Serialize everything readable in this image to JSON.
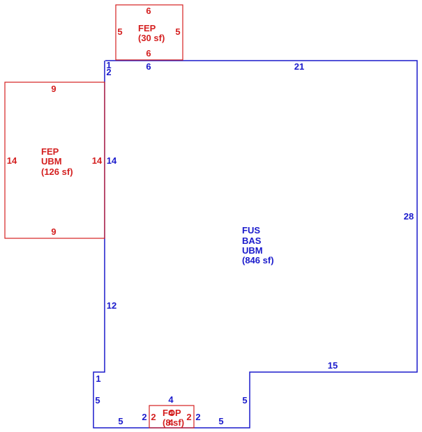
{
  "colors": {
    "main_area": "#1a1acc",
    "porches": "#d42020",
    "background": "#ffffff"
  },
  "main_area": {
    "label_lines": [
      "FUS",
      "BAS",
      "UBM",
      "(846 sf)"
    ],
    "dims": {
      "top_left": "6",
      "top_right": "21",
      "left_notch_1": "1",
      "left_notch_2": "2",
      "left_upper": "14",
      "right": "28",
      "left_lower": "12",
      "step_right": "15",
      "step_left": "1",
      "bottom_left_side": "5",
      "bottom_right_side": "5",
      "bottom_left": "5",
      "bottom_right": "5",
      "bottom_center": "4",
      "bottom_2_left": "2",
      "bottom_2_right": "2"
    }
  },
  "porch_top": {
    "label_lines": [
      "FEP",
      "(30 sf)"
    ],
    "dims": {
      "top": "6",
      "bottom": "6",
      "left": "5",
      "right": "5"
    }
  },
  "porch_left": {
    "label_lines": [
      "FEP",
      "UBM",
      "(126 sf)"
    ],
    "dims": {
      "top": "9",
      "bottom": "9",
      "left": "14",
      "right": "14"
    }
  },
  "porch_bottom": {
    "label_lines": [
      "FOP",
      "(8 sf)"
    ],
    "dims": {
      "left": "2",
      "right": "2",
      "top": "4",
      "bottom": "4"
    }
  }
}
